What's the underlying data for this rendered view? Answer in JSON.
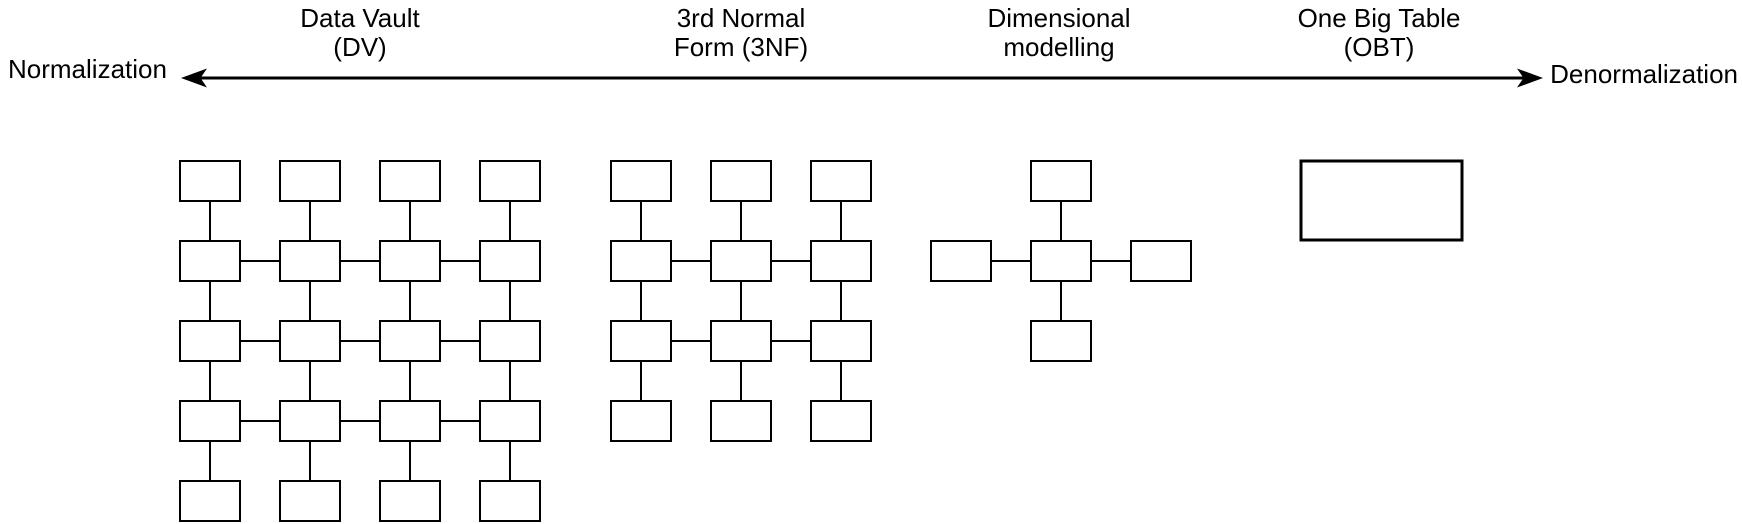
{
  "style": {
    "stroke_color": "#000000",
    "fill_color": "#ffffff",
    "text_color": "#000000"
  },
  "spectrum": {
    "left_end_label": "Normalization",
    "right_end_label": "Denormalization",
    "arrow_style": "double-headed"
  },
  "approaches": [
    {
      "id": "data-vault",
      "title_lines": [
        "Data Vault",
        "(DV)"
      ],
      "structure": {
        "type": "lattice",
        "columns": 4,
        "rows": 5,
        "box_count": 20,
        "linked_rows_horizontal": [
          2,
          3,
          4
        ],
        "vertical_links": "all-adjacent-rows-every-column"
      }
    },
    {
      "id": "third-normal-form",
      "title_lines": [
        "3rd Normal",
        "Form (3NF)"
      ],
      "structure": {
        "type": "lattice",
        "columns": 3,
        "rows": 4,
        "box_count": 12,
        "linked_rows_horizontal": [
          2,
          3
        ],
        "vertical_links": "all-adjacent-rows-every-column"
      }
    },
    {
      "id": "dimensional-modelling",
      "title_lines": [
        "Dimensional",
        "modelling"
      ],
      "structure": {
        "type": "star",
        "fact_tables": 1,
        "dimension_tables": 4,
        "box_count": 5
      }
    },
    {
      "id": "one-big-table",
      "title_lines": [
        "One Big Table",
        "(OBT)"
      ],
      "structure": {
        "type": "single-table",
        "box_count": 1
      }
    }
  ]
}
